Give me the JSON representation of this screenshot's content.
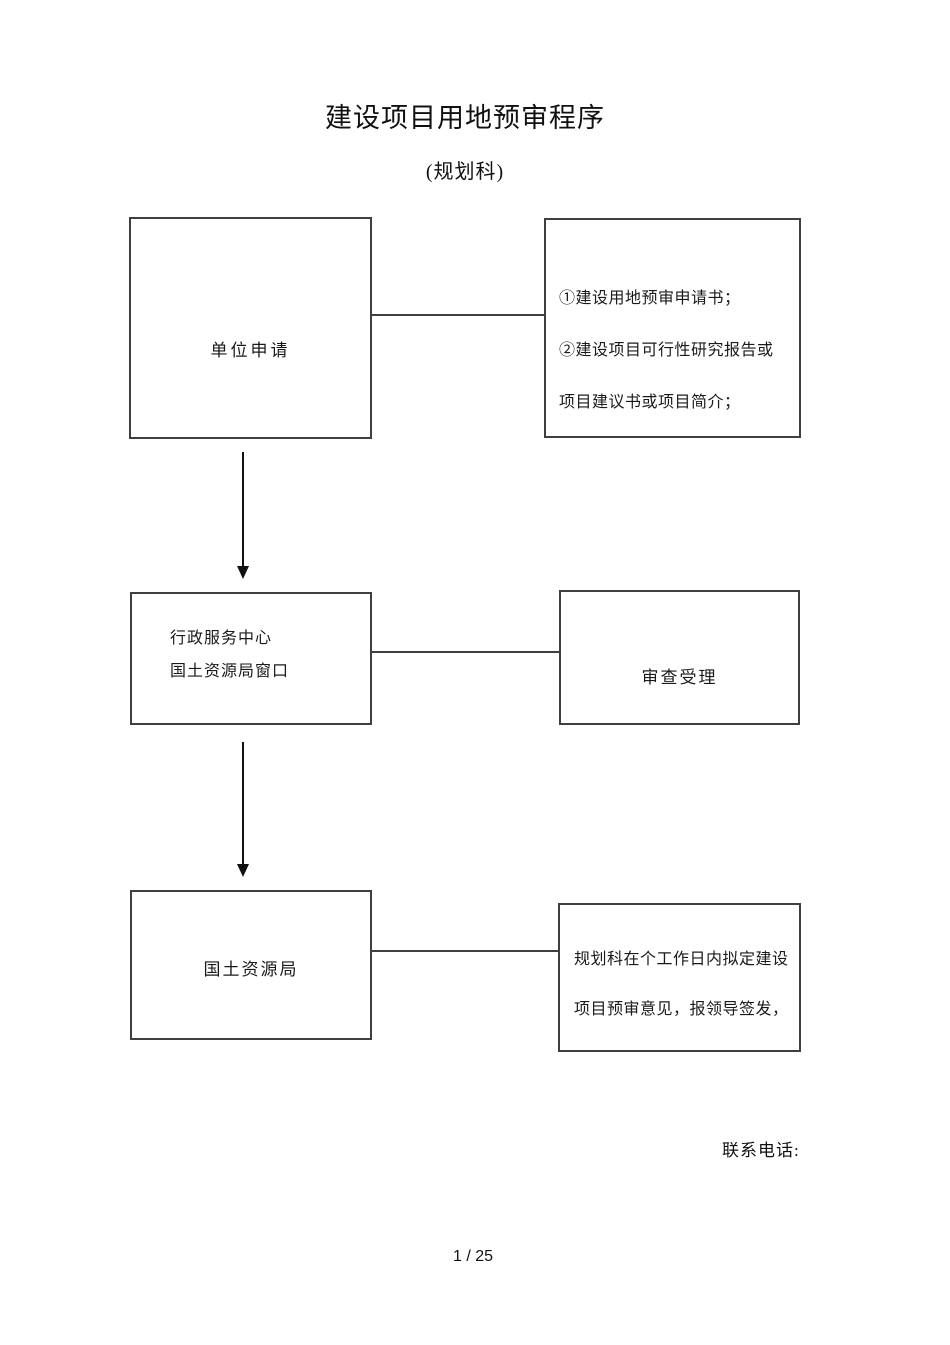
{
  "page": {
    "title": "建设项目用地预审程序",
    "subtitle": "(规划科)",
    "contact_label": "联系电话:",
    "page_number": "1 / 25"
  },
  "flowchart": {
    "boxes": {
      "applicant": {
        "label": "单位申请"
      },
      "docs": {
        "line1": "①建设用地预审申请书；",
        "line2": "②建设项目可行性研究报告或",
        "line3": "项目建议书或项目简介；"
      },
      "center": {
        "line1": "行政服务中心",
        "line2": "国土资源局窗口"
      },
      "review": {
        "label": "审查受理"
      },
      "bureau": {
        "label": "国土资源局"
      },
      "opinion": {
        "line1": "规划科在个工作日内拟定建设",
        "line2": "项目预审意见，报领导签发，"
      }
    },
    "colors": {
      "box_border": "#3f3f3f",
      "text": "#1a1a1a",
      "background": "#ffffff"
    }
  }
}
